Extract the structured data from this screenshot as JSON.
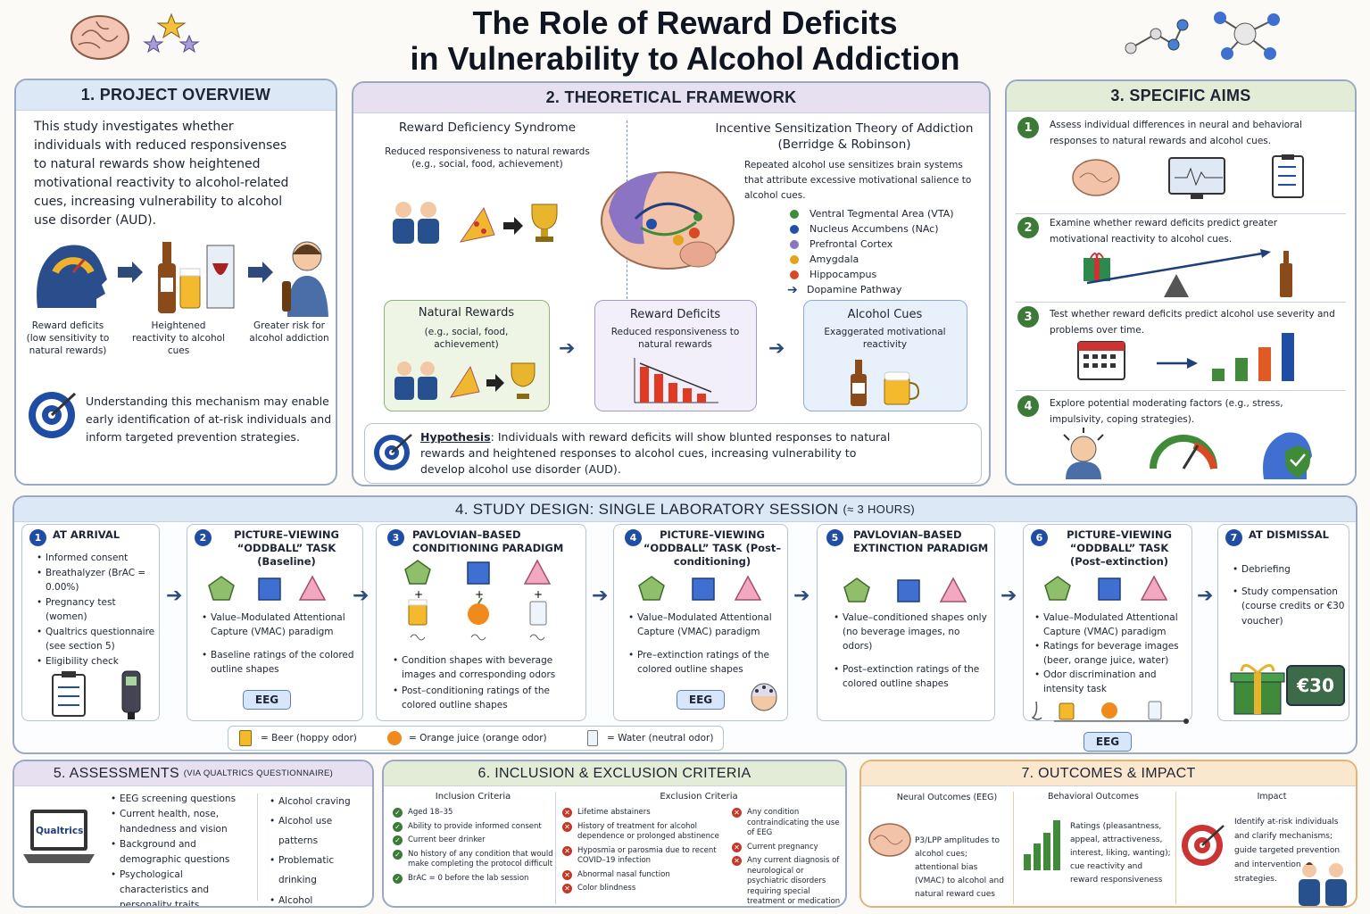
{
  "title": {
    "line1": "The Role of Reward Deficits",
    "line2": "in Vulnerability to Alcohol Addiction"
  },
  "overview": {
    "heading": "1. PROJECT OVERVIEW",
    "body": "This study investigates whether individuals with reduced responsivenses to natural rewards show heightened motivational reactivity to alcohol-related cues, increasing vulnerability to alcohol use disorder (AUD).",
    "flow": [
      "Reward deficits (low sensitivity to natural rewards)",
      "Heightened reactivity to alcohol cues",
      "Greater risk for alcohol addiction"
    ],
    "note": "Understanding this mechanism may enable early identification of at-risk individuals and inform targeted prevention strategies."
  },
  "framework": {
    "heading": "2. THEORETICAL FRAMEWORK",
    "rds_title": "Reward Deficiency Syndrome",
    "rds_text": "Reduced responsiveness to natural rewards (e.g., social, food, achievement)",
    "ist_title": "Incentive Sensitization Theory of Addiction (Berridge & Robinson)",
    "ist_text": "Repeated alcohol use sensitizes brain systems that attribute excessive motivational salience to alcohol cues.",
    "legend": [
      {
        "label": "Ventral Tegmental Area (VTA)",
        "color": "#3f8b3a"
      },
      {
        "label": "Nucleus Accumbens (NAc)",
        "color": "#2250a8"
      },
      {
        "label": "Prefrontal Cortex",
        "color": "#8b74c4"
      },
      {
        "label": "Amygdala",
        "color": "#e5a21f"
      },
      {
        "label": "Hippocampus",
        "color": "#d84a24"
      },
      {
        "label": "Dopamine Pathway",
        "color": "#1f3f7a"
      }
    ],
    "boxes": [
      {
        "title": "Natural Rewards",
        "text": "(e.g., social, food, achievement)"
      },
      {
        "title": "Reward Deficits",
        "text": "Reduced responsiveness to natural rewards"
      },
      {
        "title": "Alcohol Cues",
        "text": "Exaggerated motivational reactivity"
      }
    ],
    "hypothesis_label": "Hypothesis",
    "hypothesis_text": ": Individuals with reward deficits will show blunted responses to natural rewards and heightened responses to alcohol cues, increasing vulnerability to develop alcohol use disorder (AUD)."
  },
  "aims": {
    "heading": "3. SPECIFIC AIMS",
    "items": [
      "Assess individual differences in neural and behavioral responses to natural rewards and alcohol cues.",
      "Examine whether reward deficits predict greater motivational reactivity to alcohol cues.",
      "Test whether reward deficits predict alcohol use severity and problems over time.",
      "Explore potential moderating factors (e.g., stress, impulsivity, coping strategies)."
    ]
  },
  "design": {
    "heading": "4. STUDY DESIGN: SINGLE LABORATORY SESSION",
    "duration": "(≈ 3 HOURS)",
    "steps": [
      {
        "n": "1",
        "title": "AT ARRIVAL",
        "items": [
          "Informed consent",
          "Breathalyzer (BrAC = 0.00%)",
          "Pregnancy test (women)",
          "Qualtrics questionnaire (see section 5)",
          "Eligibility check"
        ]
      },
      {
        "n": "2",
        "title": "PICTURE–VIEWING “ODDBALL” TASK (Baseline)",
        "items": [
          "Value–Modulated Attentional Capture (VMAC) paradigm",
          "Baseline ratings of the colored outline shapes"
        ]
      },
      {
        "n": "3",
        "title": "PAVLOVIAN–BASED CONDITIONING PARADIGM",
        "items": [
          "Condition shapes with beverage images and corresponding odors",
          "Post–conditioning ratings of the colored outline shapes"
        ]
      },
      {
        "n": "4",
        "title": "PICTURE–VIEWING “ODDBALL” TASK (Post–conditioning)",
        "items": [
          "Value–Modulated Attentional Capture (VMAC) paradigm",
          "Pre–extinction ratings of the colored outline shapes"
        ]
      },
      {
        "n": "5",
        "title": "PAVLOVIAN–BASED EXTINCTION PARADIGM",
        "items": [
          "Value–conditioned shapes only (no beverage images, no odors)",
          "Post–extinction ratings of the colored outline shapes"
        ]
      },
      {
        "n": "6",
        "title": "PICTURE–VIEWING “ODDBALL” TASK (Post–extinction)",
        "items": [
          "Value–Modulated Attentional Capture (VMAC) paradigm",
          "Ratings for beverage images (beer, orange juice, water)",
          "Odor discrimination and intensity task"
        ]
      },
      {
        "n": "7",
        "title": "AT DISMISSAL",
        "items": [
          "Debriefing",
          "Study compensation (course credits or €30 voucher)"
        ]
      }
    ],
    "eeg": "EEG",
    "voucher": "€30",
    "legend": [
      "= Beer   (hoppy odor)",
      "= Orange juice   (orange odor)",
      "= Water (neutral odor)"
    ]
  },
  "assessments": {
    "heading": "5. ASSESSMENTS",
    "sub": "(VIA QUALTRICS QUESTIONNAIRE)",
    "laptop": "Qualtrics",
    "col1": [
      "EEG screening questions",
      "Current health, nose, handedness and vision",
      "Background and demographic questions",
      "Psychological characteristics and personality traits"
    ],
    "col2": [
      "Alcohol craving",
      "Alcohol use patterns",
      "Problematic drinking",
      "Alcohol dependence (DSM–V)"
    ]
  },
  "criteria": {
    "heading": "6. INCLUSION & EXCLUSION CRITERIA",
    "inc_title": "Inclusion Criteria",
    "exc_title": "Exclusion Criteria",
    "inclusion": [
      "Aged 18–35",
      "Ability to provide informed consent",
      "Current beer drinker",
      "No history of any condition that would make completing the protocol difficult",
      "BrAC = 0 before the lab session"
    ],
    "exclusion1": [
      "Lifetime abstainers",
      "History of treatment for alcohol dependence or prolonged abstinence",
      "Hyposmia or parosmia due to recent COVID–19 infection",
      "Abnormal nasal function",
      "Color blindness"
    ],
    "exclusion2": [
      "Any condition contraindicating the use of EEG",
      "Current pregnancy",
      "Any current diagnosis of neurological or psychiatric disorders requiring special treatment or medication"
    ]
  },
  "outcomes": {
    "heading": "7. OUTCOMES & IMPACT",
    "neural_title": "Neural Outcomes (EEG)",
    "neural_text": "P3/LPP amplitudes to alcohol cues; attentional bias (VMAC) to alcohol and natural reward cues",
    "behav_title": "Behavioral Outcomes",
    "behav_text": "Ratings (pleasantness, appeal, attractiveness, interest, liking, wanting); cue reactivity and reward responsiveness",
    "impact_title": "Impact",
    "impact_text": "Identify at-risk individuals and clarify mechanisms; guide targeted prevention and intervention strategies."
  }
}
